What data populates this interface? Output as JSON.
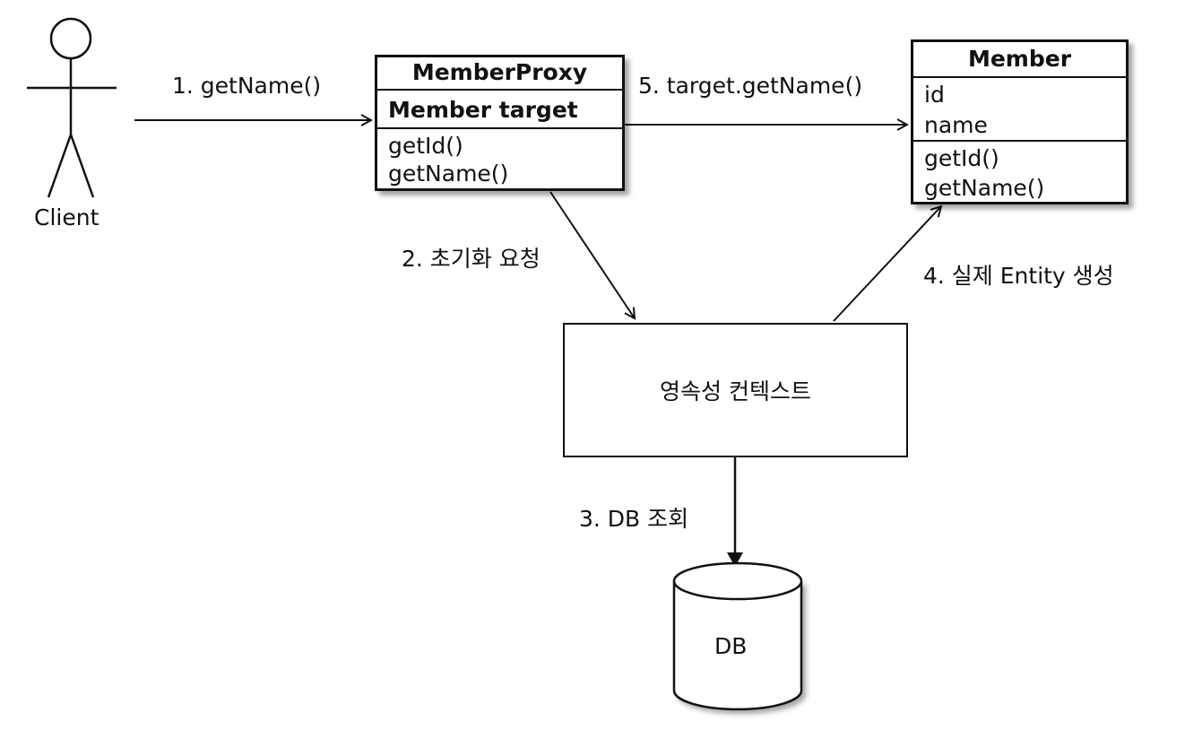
{
  "actor": {
    "name": "Client"
  },
  "proxy": {
    "title": "MemberProxy",
    "field": "Member target",
    "methods": [
      "getId()",
      "getName()"
    ]
  },
  "member": {
    "title": "Member",
    "fields": [
      "id",
      "name"
    ],
    "methods": [
      "getId()",
      "getName()"
    ]
  },
  "context": {
    "label": "영속성 컨텍스트"
  },
  "db": {
    "label": "DB"
  },
  "steps": {
    "s1": "1. getName()",
    "s2": "2. 초기화 요청",
    "s3": "3. DB 조회",
    "s4": "4. 실제 Entity 생성",
    "s5": "5. target.getName()"
  }
}
